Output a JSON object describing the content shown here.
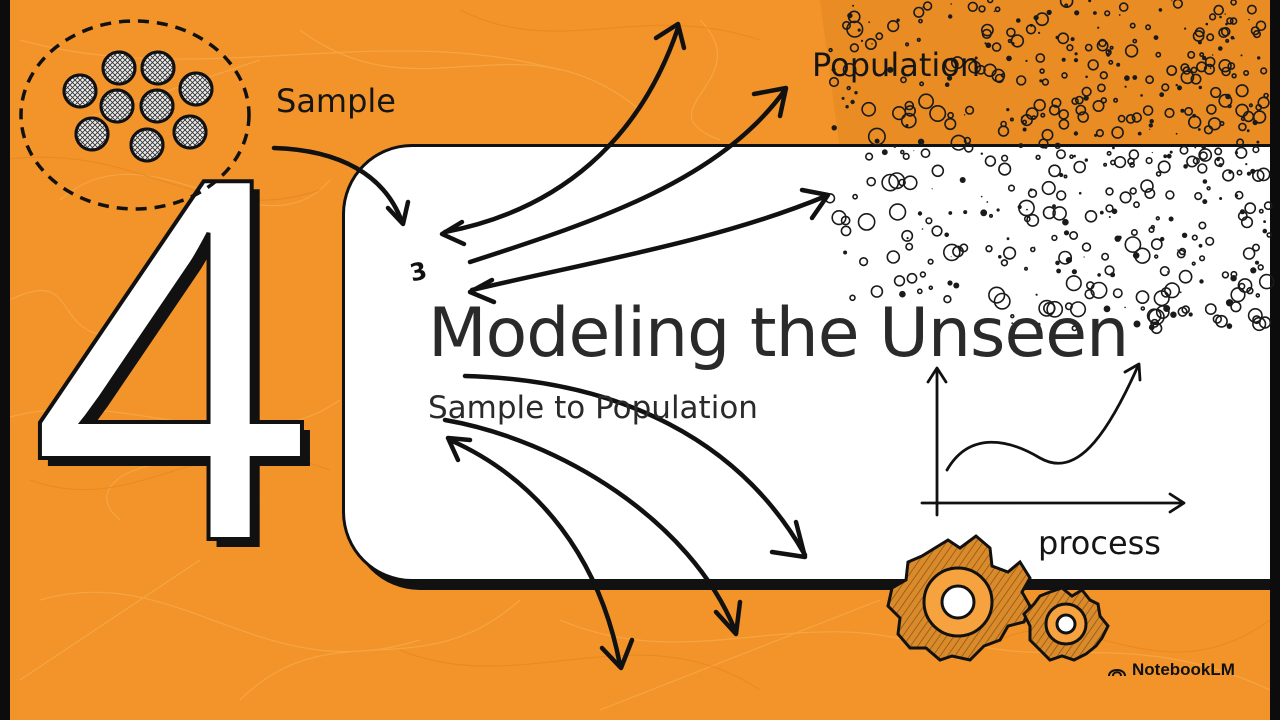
{
  "slide": {
    "number": "4",
    "title": "Modeling the Unseen",
    "subtitle": "Sample to Population",
    "labels": {
      "sample": "Sample",
      "population": "Population",
      "process": "process",
      "mark": "3"
    },
    "logo": "NotebookLM"
  },
  "icons": {
    "sample_cluster": "sample-cluster-icon",
    "population_dots": "population-dots-icon",
    "growth_chart": "growth-chart-icon",
    "gears": "gears-icon",
    "logo_mark": "notebooklm-logo-icon"
  },
  "colors": {
    "background": "#f2942a",
    "panel": "#ffffff",
    "ink": "#111111",
    "gear": "#d98a2b"
  }
}
